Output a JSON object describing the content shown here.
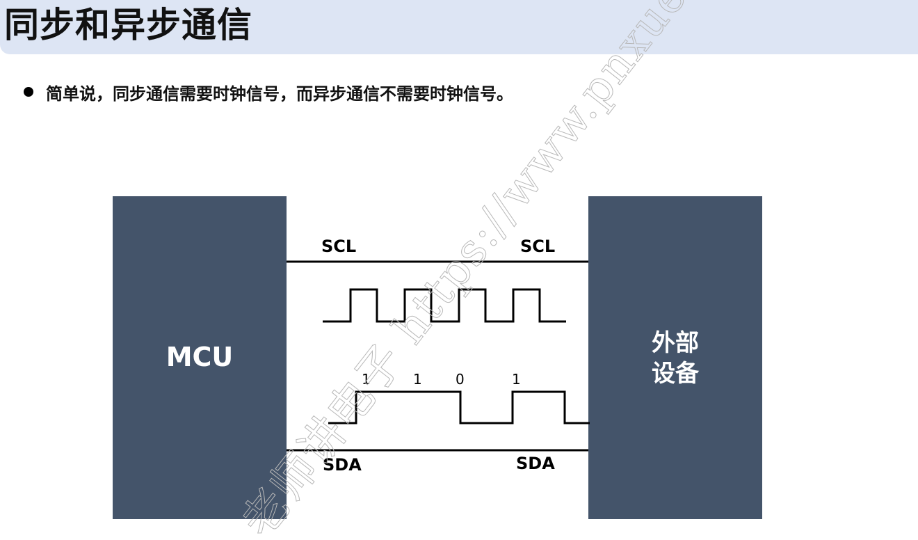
{
  "title": "同步和异步通信",
  "bullet": "简单说，同步通信需要时钟信号，而异步通信不需要时钟信号。",
  "colors": {
    "title_bar": "#dde5f4",
    "box": "#44546a",
    "box_text": "#ffffff",
    "line": "#000000"
  },
  "diagram": {
    "mcu_label": "MCU",
    "device_label_line1": "外部",
    "device_label_line2": "设备",
    "scl_left": "SCL",
    "scl_right": "SCL",
    "sda_left": "SDA",
    "sda_right": "SDA",
    "clock_pulses": 4,
    "data_bits": [
      "1",
      "1",
      "0",
      "1"
    ],
    "data_levels": [
      1,
      1,
      0,
      1
    ]
  },
  "watermark": "老师讲电子 https://www.pnxuetang"
}
